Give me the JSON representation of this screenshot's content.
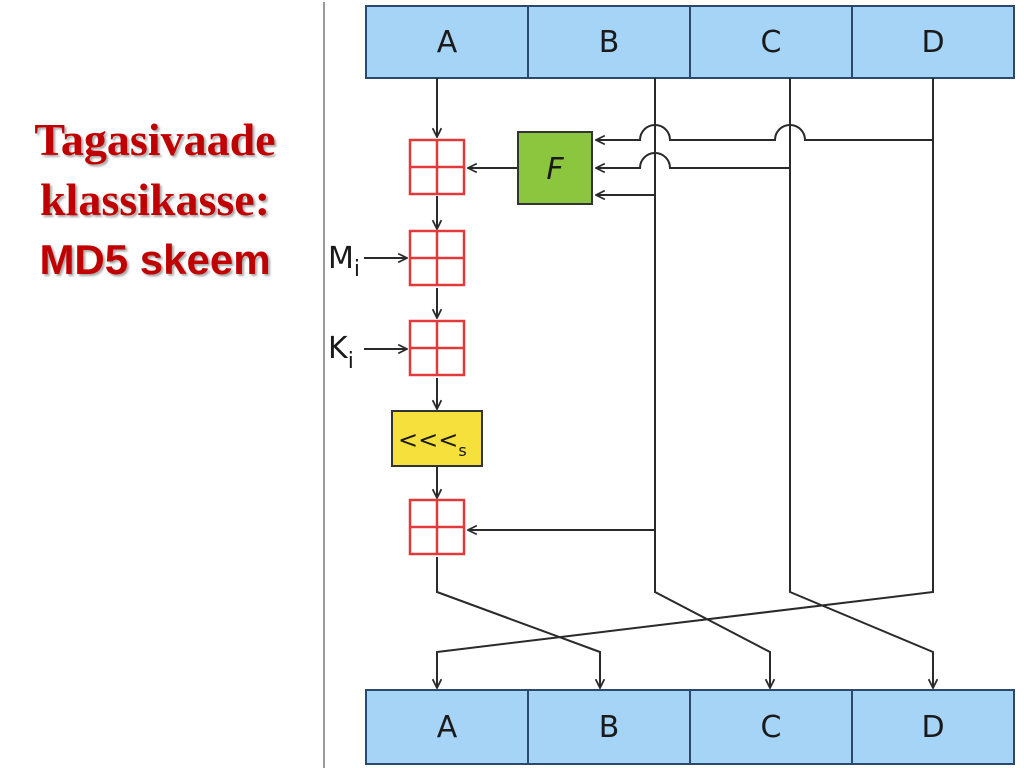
{
  "title": {
    "line1": "Tagasivaade",
    "line2": "klassikasse:",
    "line3": "MD5 skeem"
  },
  "diagram": {
    "top_registers": [
      "A",
      "B",
      "C",
      "D"
    ],
    "bottom_registers": [
      "A",
      "B",
      "C",
      "D"
    ],
    "function_label": "F",
    "message_label": "M",
    "message_sub": "i",
    "constant_label": "K",
    "constant_sub": "i",
    "rotate_label": "<<<",
    "rotate_sub": "s"
  },
  "colors": {
    "register_fill": "#a6d4f7",
    "register_stroke": "#2b4a6b",
    "function_fill": "#8cc63f",
    "rotate_fill": "#f5e03c",
    "adder_stroke": "#e23a3a",
    "title": "#c00000"
  }
}
